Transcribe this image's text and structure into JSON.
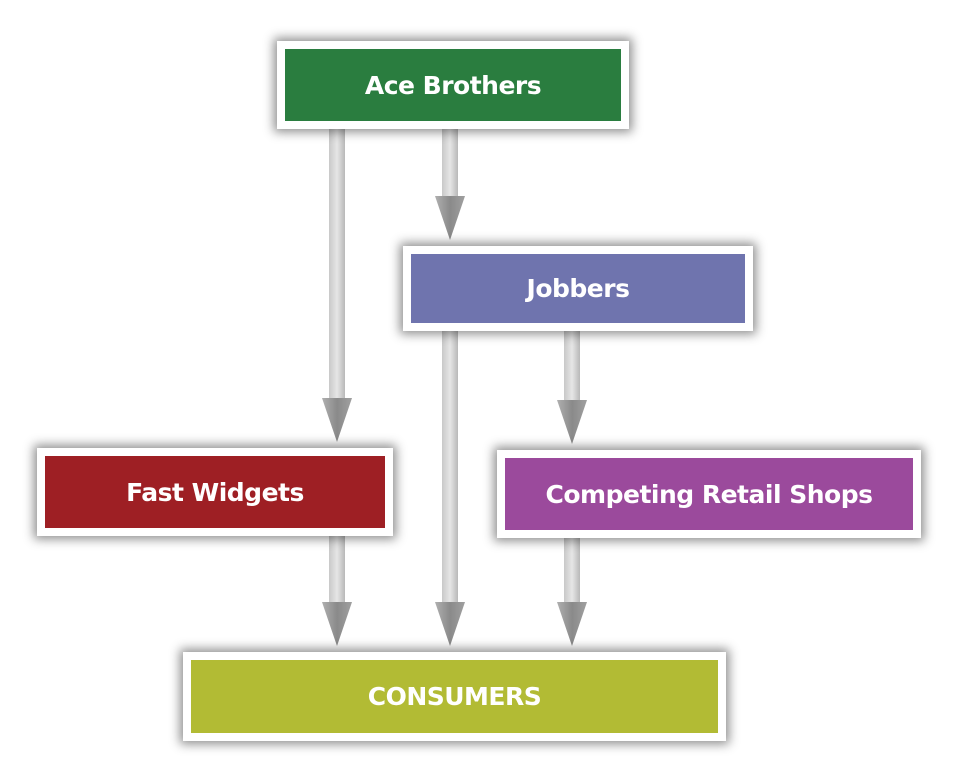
{
  "nodes": {
    "ace": {
      "label": "Ace Brothers",
      "color": "#2a7d3f"
    },
    "jobbers": {
      "label": "Jobbers",
      "color": "#6f74ae"
    },
    "fast": {
      "label": "Fast Widgets",
      "color": "#9e1f24"
    },
    "competing": {
      "label": "Competing Retail Shops",
      "color": "#9b4a9c"
    },
    "consumers": {
      "label": "CONSUMERS",
      "color": "#b2bb34"
    }
  },
  "edges": [
    {
      "from": "ace",
      "to": "fast"
    },
    {
      "from": "ace",
      "to": "jobbers"
    },
    {
      "from": "jobbers",
      "to": "consumers"
    },
    {
      "from": "jobbers",
      "to": "competing"
    },
    {
      "from": "fast",
      "to": "consumers"
    },
    {
      "from": "competing",
      "to": "consumers"
    }
  ]
}
